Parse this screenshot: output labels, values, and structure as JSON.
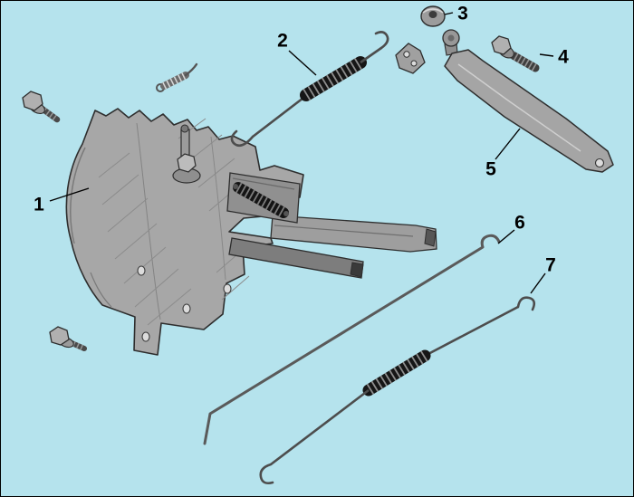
{
  "diagram": {
    "type": "exploded-parts-diagram",
    "background_color": "#b5e3ed",
    "line_color": "#000000",
    "part_fill_color": "#a7a7a7",
    "callouts": [
      {
        "number": "1"
      },
      {
        "number": "2"
      },
      {
        "number": "3"
      },
      {
        "number": "4"
      },
      {
        "number": "5"
      },
      {
        "number": "6"
      },
      {
        "number": "7"
      }
    ]
  }
}
